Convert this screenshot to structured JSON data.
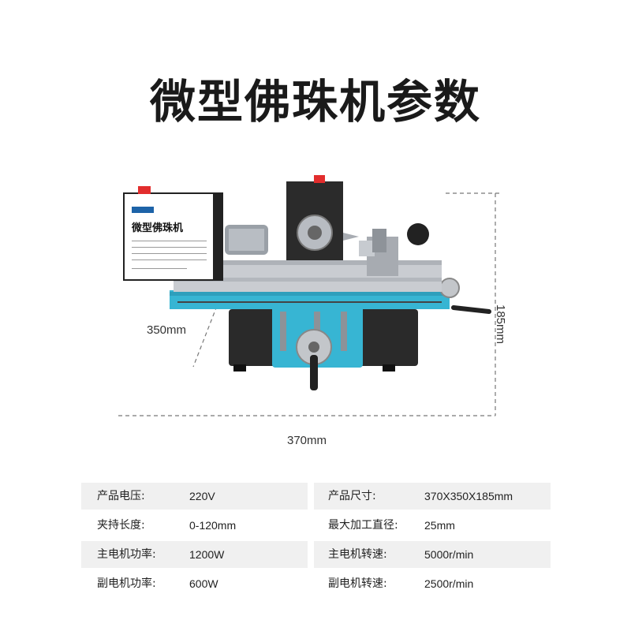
{
  "title": "微型佛珠机参数",
  "panel": {
    "title": "微型佛珠机"
  },
  "dimensions": {
    "depth": "350mm",
    "width": "370mm",
    "height": "185mm"
  },
  "colors": {
    "accent": "#37b5d3",
    "base": "#2a2a2a",
    "rail": "#c9ccd1"
  },
  "specs": [
    {
      "k1": "产品电压:",
      "v1": "220V",
      "k2": "产品尺寸:",
      "v2": "370X350X185mm"
    },
    {
      "k1": "夹持长度:",
      "v1": "0-120mm",
      "k2": "最大加工直径:",
      "v2": "25mm"
    },
    {
      "k1": "主电机功率:",
      "v1": "1200W",
      "k2": "主电机转速:",
      "v2": "5000r/min"
    },
    {
      "k1": "副电机功率:",
      "v1": "600W",
      "k2": "副电机转速:",
      "v2": "2500r/min"
    }
  ]
}
